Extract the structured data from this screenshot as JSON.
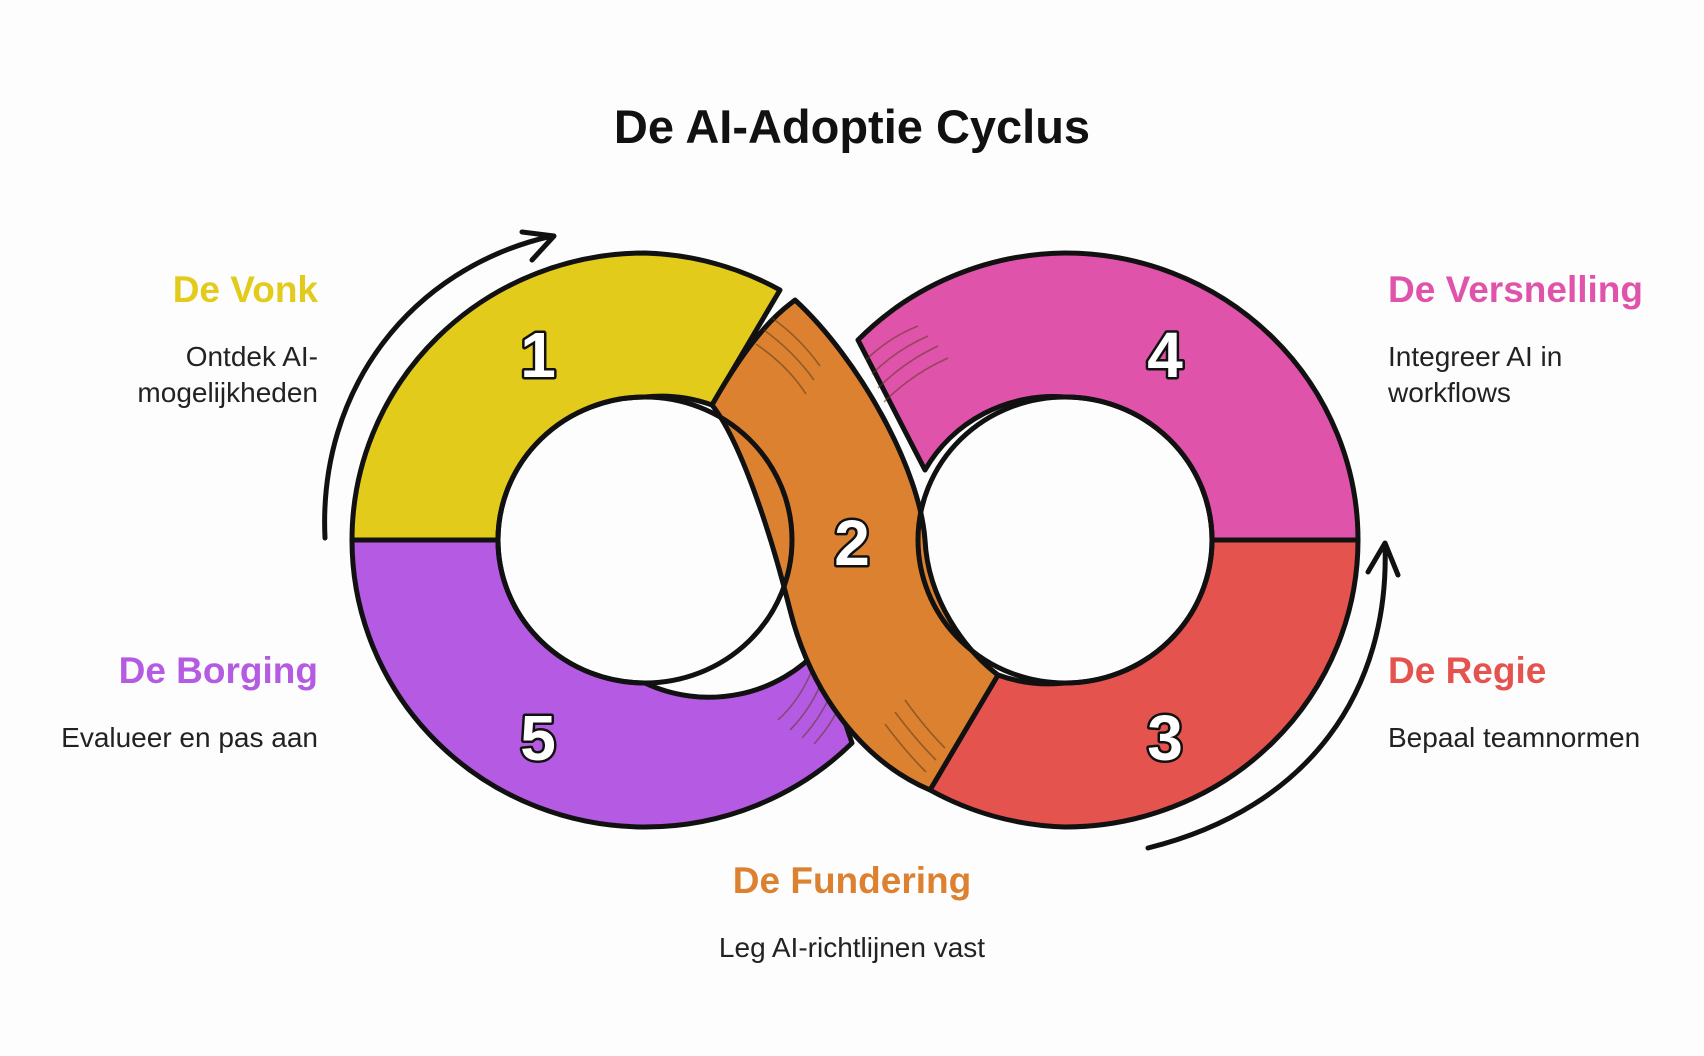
{
  "title": "De AI-Adoptie Cyclus",
  "steps": [
    {
      "number": "1",
      "title": "De Vonk",
      "description_lines": [
        "Ontdek AI-",
        "mogelijkheden"
      ],
      "color": "#e2cb1a"
    },
    {
      "number": "2",
      "title": "De Fundering",
      "description_lines": [
        "Leg AI-richtlijnen vast"
      ],
      "color": "#dc8130"
    },
    {
      "number": "3",
      "title": "De Regie",
      "description_lines": [
        "Bepaal teamnormen"
      ],
      "color": "#e5534f"
    },
    {
      "number": "4",
      "title": "De Versnelling",
      "description_lines": [
        "Integreer AI in",
        "workflows"
      ],
      "color": "#e053aa"
    },
    {
      "number": "5",
      "title": "De Borging",
      "description_lines": [
        "Evalueer en pas aan"
      ],
      "color": "#b55ae2"
    }
  ]
}
